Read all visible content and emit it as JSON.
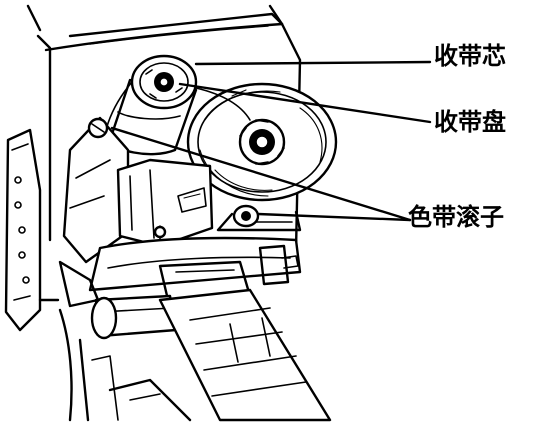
{
  "callouts": {
    "takeup_core": "收带芯",
    "takeup_spool": "收带盘",
    "ribbon_roller": "色带滚子"
  },
  "colors": {
    "ink": "#000000",
    "background": "#ffffff"
  }
}
